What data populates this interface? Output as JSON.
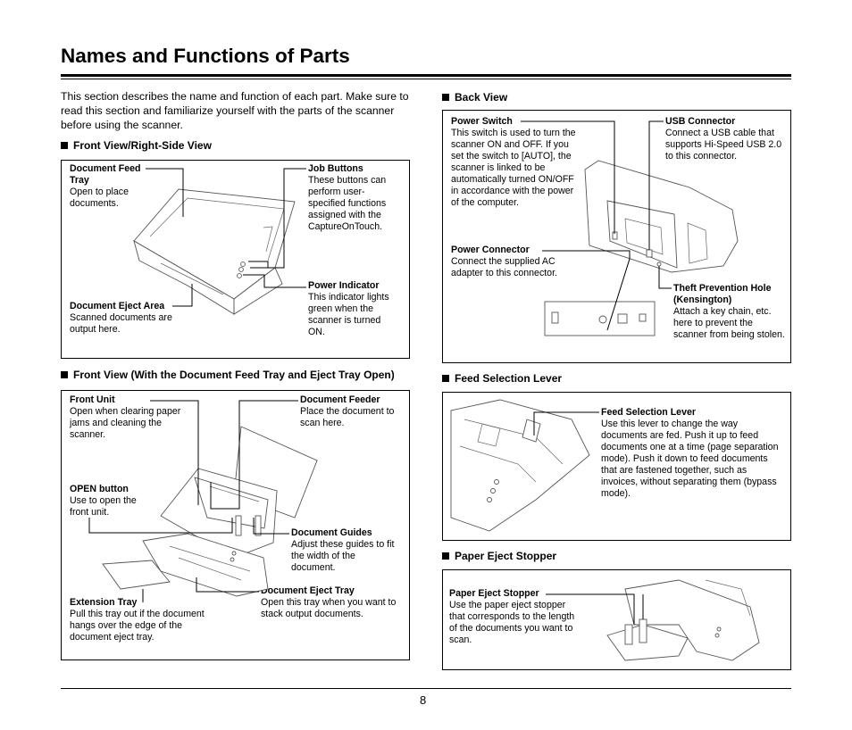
{
  "page": {
    "title": "Names and Functions of Parts",
    "intro": "This section describes the name and function of each part. Make sure to read this section and familiarize yourself with the parts of the scanner before using the scanner.",
    "page_number": "8"
  },
  "sections": {
    "front_right": {
      "heading": "Front View/Right-Side View",
      "doc_feed_tray": {
        "title": "Document Feed Tray",
        "desc": "Open to place documents."
      },
      "job_buttons": {
        "title": "Job Buttons",
        "desc": "These buttons can perform user-specified functions assigned with the CaptureOnTouch."
      },
      "power_indicator": {
        "title": "Power Indicator",
        "desc": "This indicator lights green when the scanner is turned ON."
      },
      "doc_eject_area": {
        "title": "Document Eject Area",
        "desc": "Scanned documents are output here."
      }
    },
    "front_open": {
      "heading": "Front View (With the Document Feed Tray and Eject Tray Open)",
      "front_unit": {
        "title": "Front Unit",
        "desc": "Open when clearing paper jams and cleaning the scanner."
      },
      "document_feeder": {
        "title": "Document Feeder",
        "desc": "Place the document to scan here."
      },
      "open_button": {
        "title": "OPEN button",
        "desc": "Use to open the front unit."
      },
      "document_guides": {
        "title": "Document Guides",
        "desc": "Adjust these guides to fit the width of the document."
      },
      "document_eject_tray": {
        "title": "Document Eject Tray",
        "desc": "Open this tray when you want to stack output documents."
      },
      "extension_tray": {
        "title": "Extension Tray",
        "desc": "Pull this tray out if the document hangs over the edge of the document eject tray."
      }
    },
    "back_view": {
      "heading": "Back View",
      "power_switch": {
        "title": "Power Switch",
        "desc": "This switch is used to turn the scanner ON and OFF. If you set the switch to [AUTO], the scanner is linked to be automatically turned ON/OFF in accordance with the power of the computer."
      },
      "usb_connector": {
        "title": "USB Connector",
        "desc": "Connect a USB cable that supports Hi-Speed USB 2.0 to this connector."
      },
      "power_connector": {
        "title": "Power Connector",
        "desc": "Connect the supplied AC adapter to this connector."
      },
      "theft_hole": {
        "title": "Theft Prevention Hole (Kensington)",
        "desc": "Attach a key chain, etc. here to prevent the scanner from being stolen."
      }
    },
    "feed_lever": {
      "heading": "Feed Selection Lever",
      "lever": {
        "title": "Feed Selection Lever",
        "desc": "Use this lever to change the way documents are fed. Push it up to feed documents one at a time (page separation mode). Push it down to feed documents that are fastened together, such as invoices, without separating them (bypass mode)."
      }
    },
    "eject_stopper": {
      "heading": "Paper Eject Stopper",
      "stopper": {
        "title": "Paper Eject Stopper",
        "desc": "Use the paper eject stopper that corresponds to the length of the documents you want to scan."
      }
    }
  }
}
